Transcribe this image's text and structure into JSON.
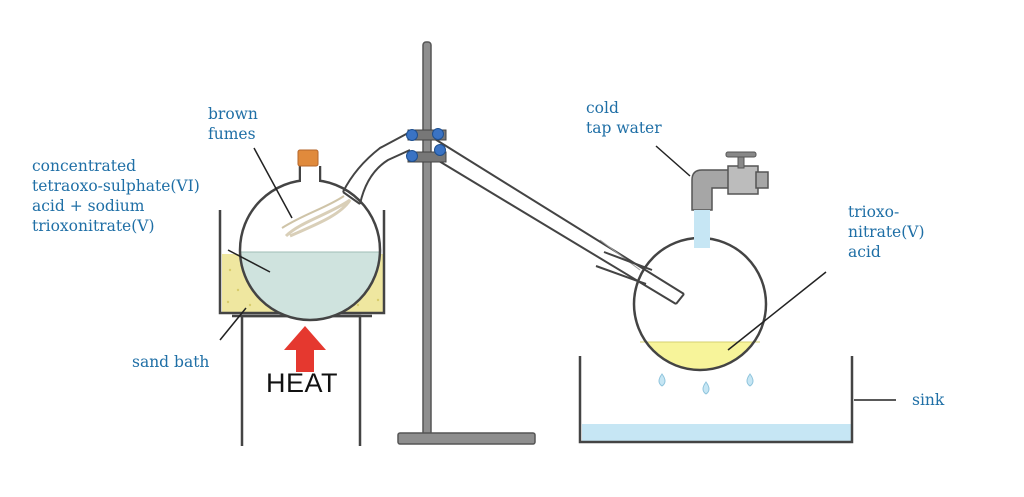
{
  "labels": {
    "reactants": [
      "concentrated",
      "tetraoxo-sulphate(VI)",
      "acid + sodium",
      "trioxonitrate(V)"
    ],
    "brown_fumes": [
      "brown",
      "fumes"
    ],
    "cold_tap_water": [
      "cold",
      "tap water"
    ],
    "product": [
      "trioxo-",
      "nitrate(V)",
      "acid"
    ],
    "sand_bath": "sand bath",
    "heat": "HEAT",
    "sink": "sink"
  },
  "colors": {
    "label_text": "#1f6fa6",
    "outline": "#444444",
    "acid_mixture": "#cfe3de",
    "sand": "#efe7a0",
    "product_liquid": "#f7f49a",
    "cork": "#e08a3c",
    "heat_arrow": "#e5382f",
    "water": "#c6e6f4",
    "clamp_knob": "#3a73c4",
    "tap": "#a6a6a6"
  }
}
